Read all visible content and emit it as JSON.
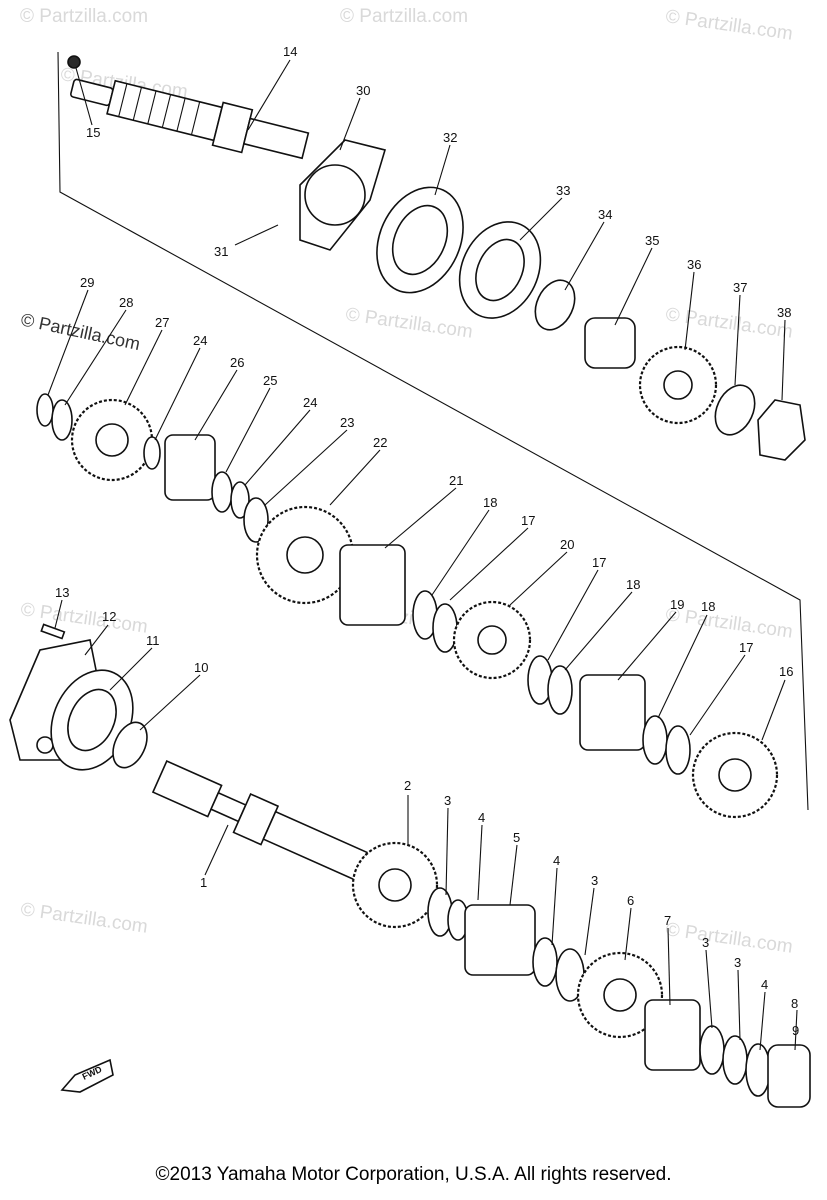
{
  "watermarks": [
    "© Partzilla.com",
    "© Partzilla.com",
    "© Partzilla.com",
    "© Partzilla.com",
    "© Partzilla.com",
    "© Partzilla.com",
    "© Partzilla.com",
    "© Partzilla.com",
    "© Partzilla.com",
    "© Partzilla.com",
    "© Partzilla.com",
    "© Partzilla.com"
  ],
  "callouts": [
    "1",
    "2",
    "3",
    "4",
    "5",
    "3",
    "4",
    "3",
    "6",
    "7",
    "3",
    "4",
    "8",
    "9",
    "10",
    "11",
    "12",
    "13",
    "14",
    "15",
    "16",
    "17",
    "18",
    "19",
    "17",
    "18",
    "20",
    "17",
    "18",
    "21",
    "22",
    "23",
    "24",
    "25",
    "26",
    "24",
    "27",
    "28",
    "29",
    "30",
    "31",
    "32",
    "33",
    "34",
    "35",
    "36",
    "37",
    "38"
  ],
  "direction_label": "FWD",
  "footer": "©2013 Yamaha Motor Corporation, U.S.A. All rights reserved.",
  "colors": {
    "ink": "#111111",
    "watermark": "#d9d9d9",
    "background": "#ffffff"
  }
}
